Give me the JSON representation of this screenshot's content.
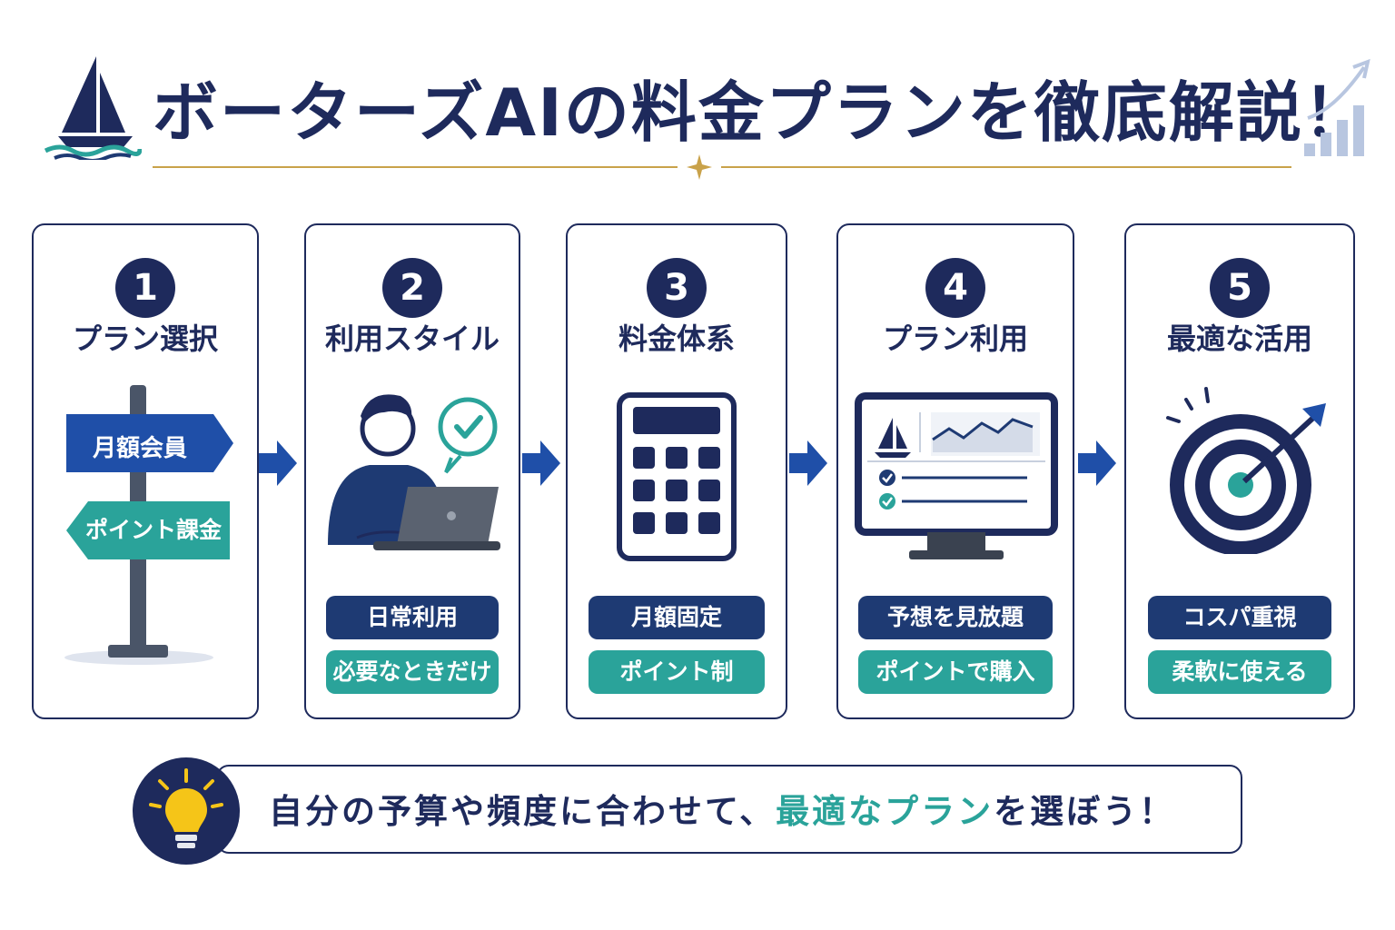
{
  "header": {
    "title": "ボーターズAIの料金プランを徹底解説！"
  },
  "steps": [
    {
      "number": "1",
      "title": "プラン選択",
      "sign_top": "月額会員",
      "sign_bottom": "ポイント課金"
    },
    {
      "number": "2",
      "title": "利用スタイル",
      "pill_navy": "日常利用",
      "pill_teal": "必要なときだけ"
    },
    {
      "number": "3",
      "title": "料金体系",
      "pill_navy": "月額固定",
      "pill_teal": "ポイント制"
    },
    {
      "number": "4",
      "title": "プラン利用",
      "pill_navy": "予想を見放題",
      "pill_teal": "ポイントで購入"
    },
    {
      "number": "5",
      "title": "最適な活用",
      "pill_navy": "コスパ重視",
      "pill_teal": "柔軟に使える"
    }
  ],
  "banner": {
    "text_before": "自分の予算や頻度に合わせて、",
    "highlight": "最適なプラン",
    "text_after": "を選ぼう！"
  },
  "colors": {
    "navy": "#1e2a5c",
    "navy_pill": "#1e3a73",
    "teal": "#2aa39a",
    "arrow_blue": "#1f4fa8",
    "gold": "#c9a24a",
    "bulb_yellow": "#f5c518"
  },
  "icons": {
    "logo": "sailboat-icon",
    "growth": "growth-chart-icon",
    "divider": "star-icon",
    "step1": "signpost-icon",
    "step2": "person-laptop-icon",
    "step3": "calculator-icon",
    "step4": "monitor-dashboard-icon",
    "step5": "target-icon",
    "banner": "lightbulb-icon"
  }
}
